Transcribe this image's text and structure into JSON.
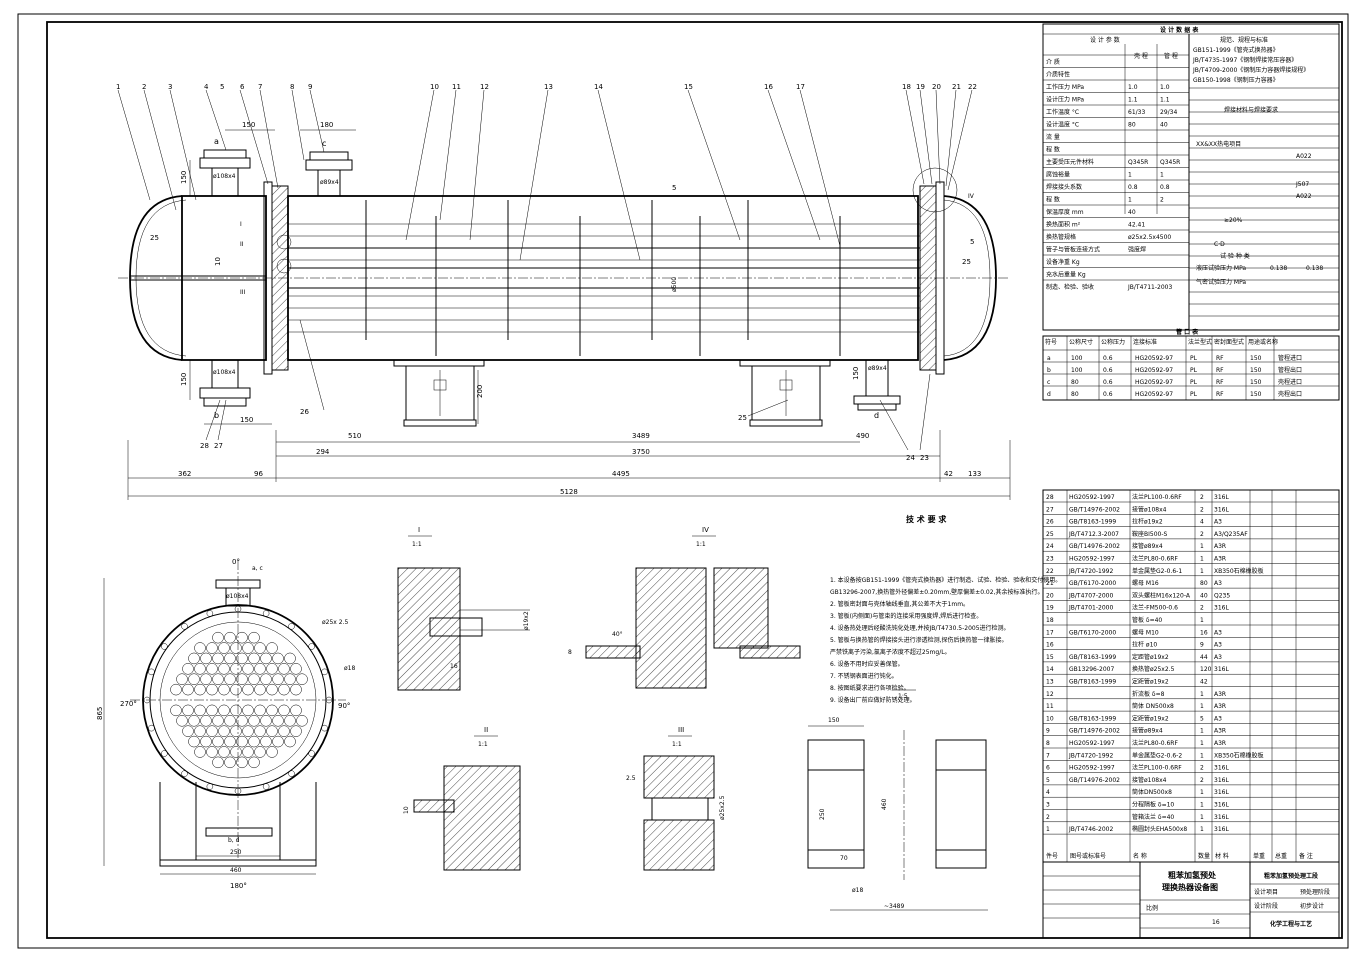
{
  "balloons": [
    "1",
    "2",
    "3",
    "4",
    "5",
    "6",
    "7",
    "8",
    "9",
    "10",
    "11",
    "12",
    "13",
    "14",
    "15",
    "16",
    "17",
    "18",
    "19",
    "20",
    "21",
    "22",
    "23",
    "24",
    "25",
    "26",
    "27",
    "28"
  ],
  "dimensions": {
    "d150a": "150",
    "d180": "180",
    "d150b": "150",
    "d150c": "150",
    "d150d": "150",
    "d150e": "150",
    "d200": "200",
    "d510": "510",
    "d3489": "3489",
    "d490": "490",
    "d294": "294",
    "d3750": "3750",
    "d4495": "4495",
    "d5128": "5128",
    "d362": "362",
    "d96": "96",
    "d42": "42",
    "d133": "133",
    "d25a": "25",
    "d25b": "25",
    "d10": "10",
    "d5a": "5",
    "d5b": "5",
    "noz_a": "ø108x4",
    "noz_c": "ø89x4",
    "noz_b": "ø108x4",
    "noz_d": "ø89x4",
    "shell_id": "ø500"
  },
  "nozzle_letters": {
    "a": "a",
    "b": "b",
    "c": "c",
    "d": "d"
  },
  "section_labels": {
    "I": "I",
    "II": "II",
    "III": "III",
    "IV": "IV"
  },
  "design_table": {
    "title": "设 计 数 据 表",
    "spec_header": "规范、规程与标准",
    "params_header": "设 计 参 数",
    "col_shell": "壳 程",
    "col_tube": "管 程",
    "standards": [
      "GB151-1999《管壳式换热器》",
      "JB/T4735-1997《钢制焊接常压容器》",
      "JB/T4709-2000《钢制压力容器焊接规程》",
      "GB150-1998《钢制压力容器》"
    ],
    "rows": [
      {
        "label": "介 质",
        "shell": "",
        "tube": ""
      },
      {
        "label": "介质特性",
        "shell": "",
        "tube": ""
      },
      {
        "label": "工作压力 MPa",
        "shell": "1.0",
        "tube": "1.0"
      },
      {
        "label": "设计压力 MPa",
        "shell": "1.1",
        "tube": "1.1"
      },
      {
        "label": "工作温度 °C",
        "shell": "61/33",
        "tube": "29/34"
      },
      {
        "label": "设计温度 °C",
        "shell": "80",
        "tube": "40"
      },
      {
        "label": "流 量",
        "shell": "",
        "tube": ""
      },
      {
        "label": "程 数",
        "shell": "",
        "tube": ""
      },
      {
        "label": "主要受压元件材料",
        "shell": "Q345R",
        "tube": "Q345R"
      },
      {
        "label": "腐蚀裕量",
        "shell": "1",
        "tube": "1"
      },
      {
        "label": "焊接接头系数",
        "shell": "0.8",
        "tube": "0.8"
      },
      {
        "label": "程 数",
        "shell": "1",
        "tube": "2"
      },
      {
        "label": "保温厚度 mm",
        "shell": "40",
        "tube": ""
      },
      {
        "label": "换热面积 m²",
        "shell": "42.41",
        "tube": ""
      },
      {
        "label": "换热管规格",
        "shell": "ø25x2.5x4500",
        "tube": ""
      },
      {
        "label": "管子与管板连接方式",
        "shell": "强度焊",
        "tube": ""
      },
      {
        "label": "设备净重 Kg",
        "shell": "",
        "tube": ""
      },
      {
        "label": "充水后重量 Kg",
        "shell": "",
        "tube": ""
      },
      {
        "label": "制造、检验、验收",
        "shell": "JB/T4711-2003",
        "tube": ""
      }
    ],
    "weld_header": "焊接材料与焊接要求",
    "weld_company": "XX&XX热电项目",
    "weld_rod_a": "A022",
    "weld_rod_j": "J507",
    "weld_rod_a2": "A022",
    "ndt_a": "≥20%",
    "ndt_b": "",
    "ndt_cd": "C·D",
    "test_header": "试 验 种 类",
    "hydro_label": "液压试验压力 MPa",
    "hydro_shell": "0.138",
    "hydro_tube": "0.138",
    "air_label": "气密试验压力 MPa"
  },
  "nozzle_table": {
    "title": "管 口 表",
    "headers": [
      "符号",
      "公称尺寸",
      "公称压力",
      "连接标准",
      "法兰型式",
      "密封面型式",
      "用途或名称"
    ],
    "rows": [
      [
        "a",
        "100",
        "0.6",
        "HG20592-97",
        "PL",
        "RF",
        "150",
        "管程进口"
      ],
      [
        "b",
        "100",
        "0.6",
        "HG20592-97",
        "PL",
        "RF",
        "150",
        "管程出口"
      ],
      [
        "c",
        "80",
        "0.6",
        "HG20592-97",
        "PL",
        "RF",
        "150",
        "壳程进口"
      ],
      [
        "d",
        "80",
        "0.6",
        "HG20592-97",
        "PL",
        "RF",
        "150",
        "壳程出口"
      ]
    ]
  },
  "parts_list": {
    "rows": [
      [
        "28",
        "HG20592-1997",
        "法兰PL100-0.6RF",
        "2",
        "316L"
      ],
      [
        "27",
        "GB/T14976-2002",
        "接管ø108x4",
        "2",
        "316L"
      ],
      [
        "26",
        "GB/T8163-1999",
        "拉杆ø19x2",
        "4",
        "A3"
      ],
      [
        "25",
        "JB/T4712.3-2007",
        "鞍座BI500-S",
        "2",
        "A3/Q235AF"
      ],
      [
        "24",
        "GB/T14976-2002",
        "接管ø89x4",
        "1",
        "A3R"
      ],
      [
        "23",
        "HG20592-1997",
        "法兰PL80-0.6RF",
        "1",
        "A3R"
      ],
      [
        "22",
        "JB/T4720-1992",
        "单金属垫G2-0.6-1",
        "1",
        "XB350石棉橡胶板"
      ],
      [
        "21",
        "GB/T6170-2000",
        "螺母 M16",
        "80",
        "A3"
      ],
      [
        "20",
        "JB/T4707-2000",
        "双头螺柱M16x120-A",
        "40",
        "Q235"
      ],
      [
        "19",
        "JB/T4701-2000",
        "法兰-FM500-0.6",
        "2",
        "316L"
      ],
      [
        "18",
        "",
        "管板 δ=40",
        "1",
        ""
      ],
      [
        "17",
        "GB/T6170-2000",
        "螺母 M10",
        "16",
        "A3"
      ],
      [
        "16",
        "",
        "拉杆 ø10",
        "9",
        "A3"
      ],
      [
        "15",
        "GB/T8163-1999",
        "定距管ø19x2",
        "44",
        "A3"
      ],
      [
        "14",
        "GB13296-2007",
        "换热管ø25x2.5",
        "120",
        "316L"
      ],
      [
        "13",
        "GB/T8163-1999",
        "定距管ø19x2",
        "42",
        ""
      ],
      [
        "12",
        "",
        "折流板 δ=8",
        "1",
        "A3R"
      ],
      [
        "11",
        "",
        "筒体 DN500x8",
        "1",
        "A3R"
      ],
      [
        "10",
        "GB/T8163-1999",
        "定距管ø19x2",
        "5",
        "A3"
      ],
      [
        "9",
        "GB/T14976-2002",
        "接管ø89x4",
        "1",
        "A3R"
      ],
      [
        "8",
        "HG20592-1997",
        "法兰PL80-0.6RF",
        "1",
        "A3R"
      ],
      [
        "7",
        "JB/T4720-1992",
        "单金属垫G2-0.6-2",
        "1",
        "XB350石棉橡胶板"
      ],
      [
        "6",
        "HG20592-1997",
        "法兰PL100-0.6RF",
        "2",
        "316L"
      ],
      [
        "5",
        "GB/T14976-2002",
        "接管ø108x4",
        "2",
        "316L"
      ],
      [
        "4",
        "",
        "筒体DN500x8",
        "1",
        "316L"
      ],
      [
        "3",
        "",
        "分程隔板 δ=10",
        "1",
        "316L"
      ],
      [
        "2",
        "",
        "管箱法兰 δ=40",
        "1",
        "316L"
      ],
      [
        "1",
        "JB/T4746-2002",
        "椭圆封头EHA500x8",
        "1",
        "316L"
      ]
    ],
    "headers": [
      "件号",
      "图号或标准号",
      "名 称",
      "数量",
      "材 料",
      "单重",
      "总重",
      "备 注"
    ]
  },
  "title_block": {
    "drawing_title_1": "粗苯加氢预处",
    "drawing_title_2": "理换热器设备图",
    "project": "粗苯加氢预处理工段",
    "stage_label": "设计项目",
    "stage_value": "预处理阶段",
    "phase_label": "设计阶段",
    "phase_value": "初步设计",
    "discipline": "化学工程与工艺",
    "scale_label": "比例",
    "sheet_number": "16"
  },
  "tech_requirements": {
    "title": "技 术 要 求",
    "items": [
      "1. 本设备按GB151-1999《管壳式换热器》进行制造、试验、检验、验收和交付使用。",
      "   GB13296-2007,换热管外径偏差±0.20mm,壁厚偏差±0.02,其余按标准执行。",
      "2. 管板密封面与壳体轴线垂直,其公差不大于1mm。",
      "3. 管板(内侧面)与管束的连接采用强度焊,焊后进行检查。",
      "4. 设备热处理后经酸洗钝化处理,并按JB/T4730.5-2005进行检测。",
      "5. 管板与换热管的焊接接头进行渗透检测,探伤后换热管一律胀接。",
      "   严禁铁离子污染,氯离子浓度不超过25mg/L。",
      "6. 设备不用时应妥善保管。",
      "7. 不锈钢表面进行钝化。",
      "8. 按图纸要求进行各项检验。",
      "9. 设备出厂前应做好防锈处理。"
    ]
  },
  "details": {
    "detail_I": "I",
    "detail_I_scale": "1:1",
    "detail_IV": "IV",
    "detail_IV_scale": "1:1",
    "detail_II": "II",
    "detail_II_scale": "1:1",
    "detail_III": "III",
    "detail_III_scale": "1:1",
    "saddle_scale": "1:5",
    "dim_19": "ø19x2",
    "dim_16": "16",
    "dim_8": "8",
    "dim_10": "10",
    "dim_25": "ø25x2.5",
    "dim_2_5": "2.5",
    "dim_45": "40°",
    "saddle_150": "150",
    "saddle_460": "460",
    "saddle_250": "250",
    "saddle_70": "70",
    "saddle_18": "ø18",
    "saddle_3489": "~3489"
  },
  "end_view": {
    "angle_0": "0°",
    "angle_90": "90°",
    "angle_180": "180°",
    "angle_270": "270°",
    "nozzle_ac": "a, c",
    "nozzle_bd": "b, d",
    "noz_dim": "ø108x4",
    "tube_dim": "ø25x 2.5",
    "hole": "ø18",
    "height": "865",
    "w460": "460",
    "w250": "250"
  },
  "colors": {
    "line": "#000000",
    "paper": "#ffffff"
  }
}
